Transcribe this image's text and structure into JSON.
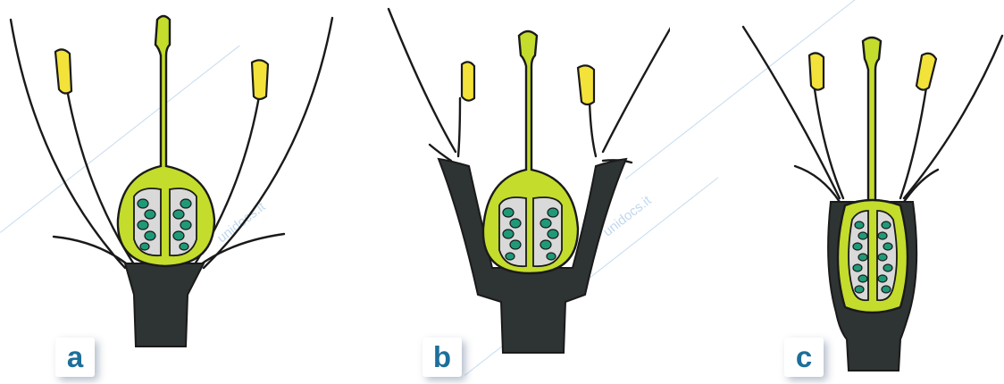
{
  "figure": {
    "panels": [
      {
        "label": "a"
      },
      {
        "label": "b"
      },
      {
        "label": "c"
      }
    ],
    "watermark": "unidocs.it",
    "colors": {
      "pistil": "#c4dc2c",
      "anther": "#f2e23a",
      "receptacle": "#2e3333",
      "ovule": "#1f9a78",
      "outline": "#1a1a1a",
      "label": "#1d6f9a"
    }
  }
}
